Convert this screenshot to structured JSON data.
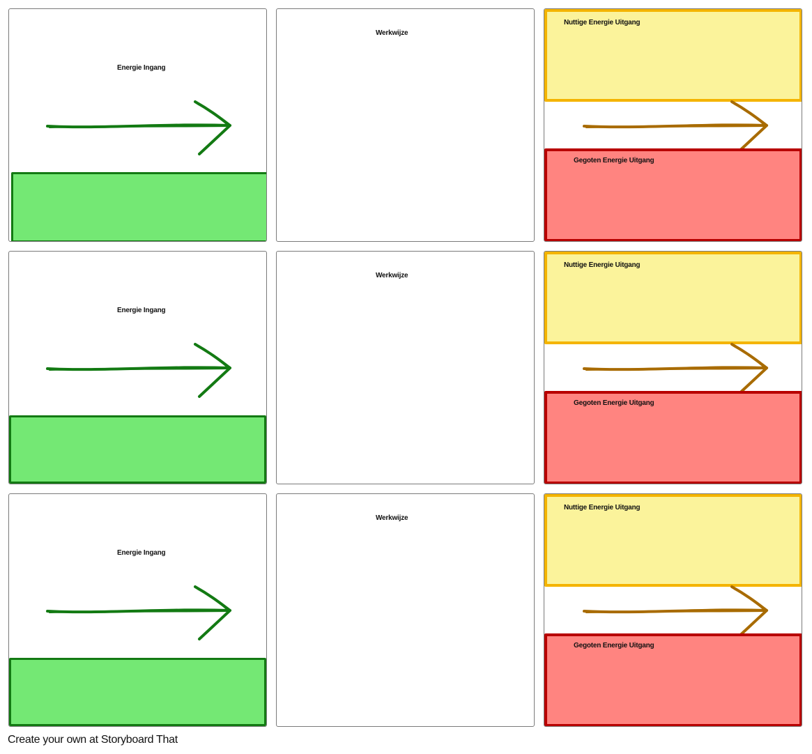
{
  "storyboard": {
    "rows": [
      {
        "input_label": "Energie Ingang",
        "method_label": "Werkwijze",
        "useful_label": "Nuttige Energie Uitgang",
        "wasted_label": "Gegoten Energie Uitgang"
      },
      {
        "input_label": "Energie Ingang",
        "method_label": "Werkwijze",
        "useful_label": "Nuttige Energie Uitgang",
        "wasted_label": "Gegoten Energie Uitgang"
      },
      {
        "input_label": "Energie Ingang",
        "method_label": "Werkwijze",
        "useful_label": "Nuttige Energie Uitgang",
        "wasted_label": "Gegoten Energie Uitgang"
      }
    ]
  },
  "colors": {
    "input_box_fill": "#74e874",
    "input_arrow": "#137a13",
    "useful_box_fill": "#fbf39b",
    "wasted_box_fill": "#ff8480",
    "output_arrow": "#a86b00"
  },
  "icons": {
    "input_arrow": "right-arrow-icon",
    "output_arrow": "right-arrow-icon"
  },
  "footer": {
    "text": "Create your own at Storyboard That"
  }
}
